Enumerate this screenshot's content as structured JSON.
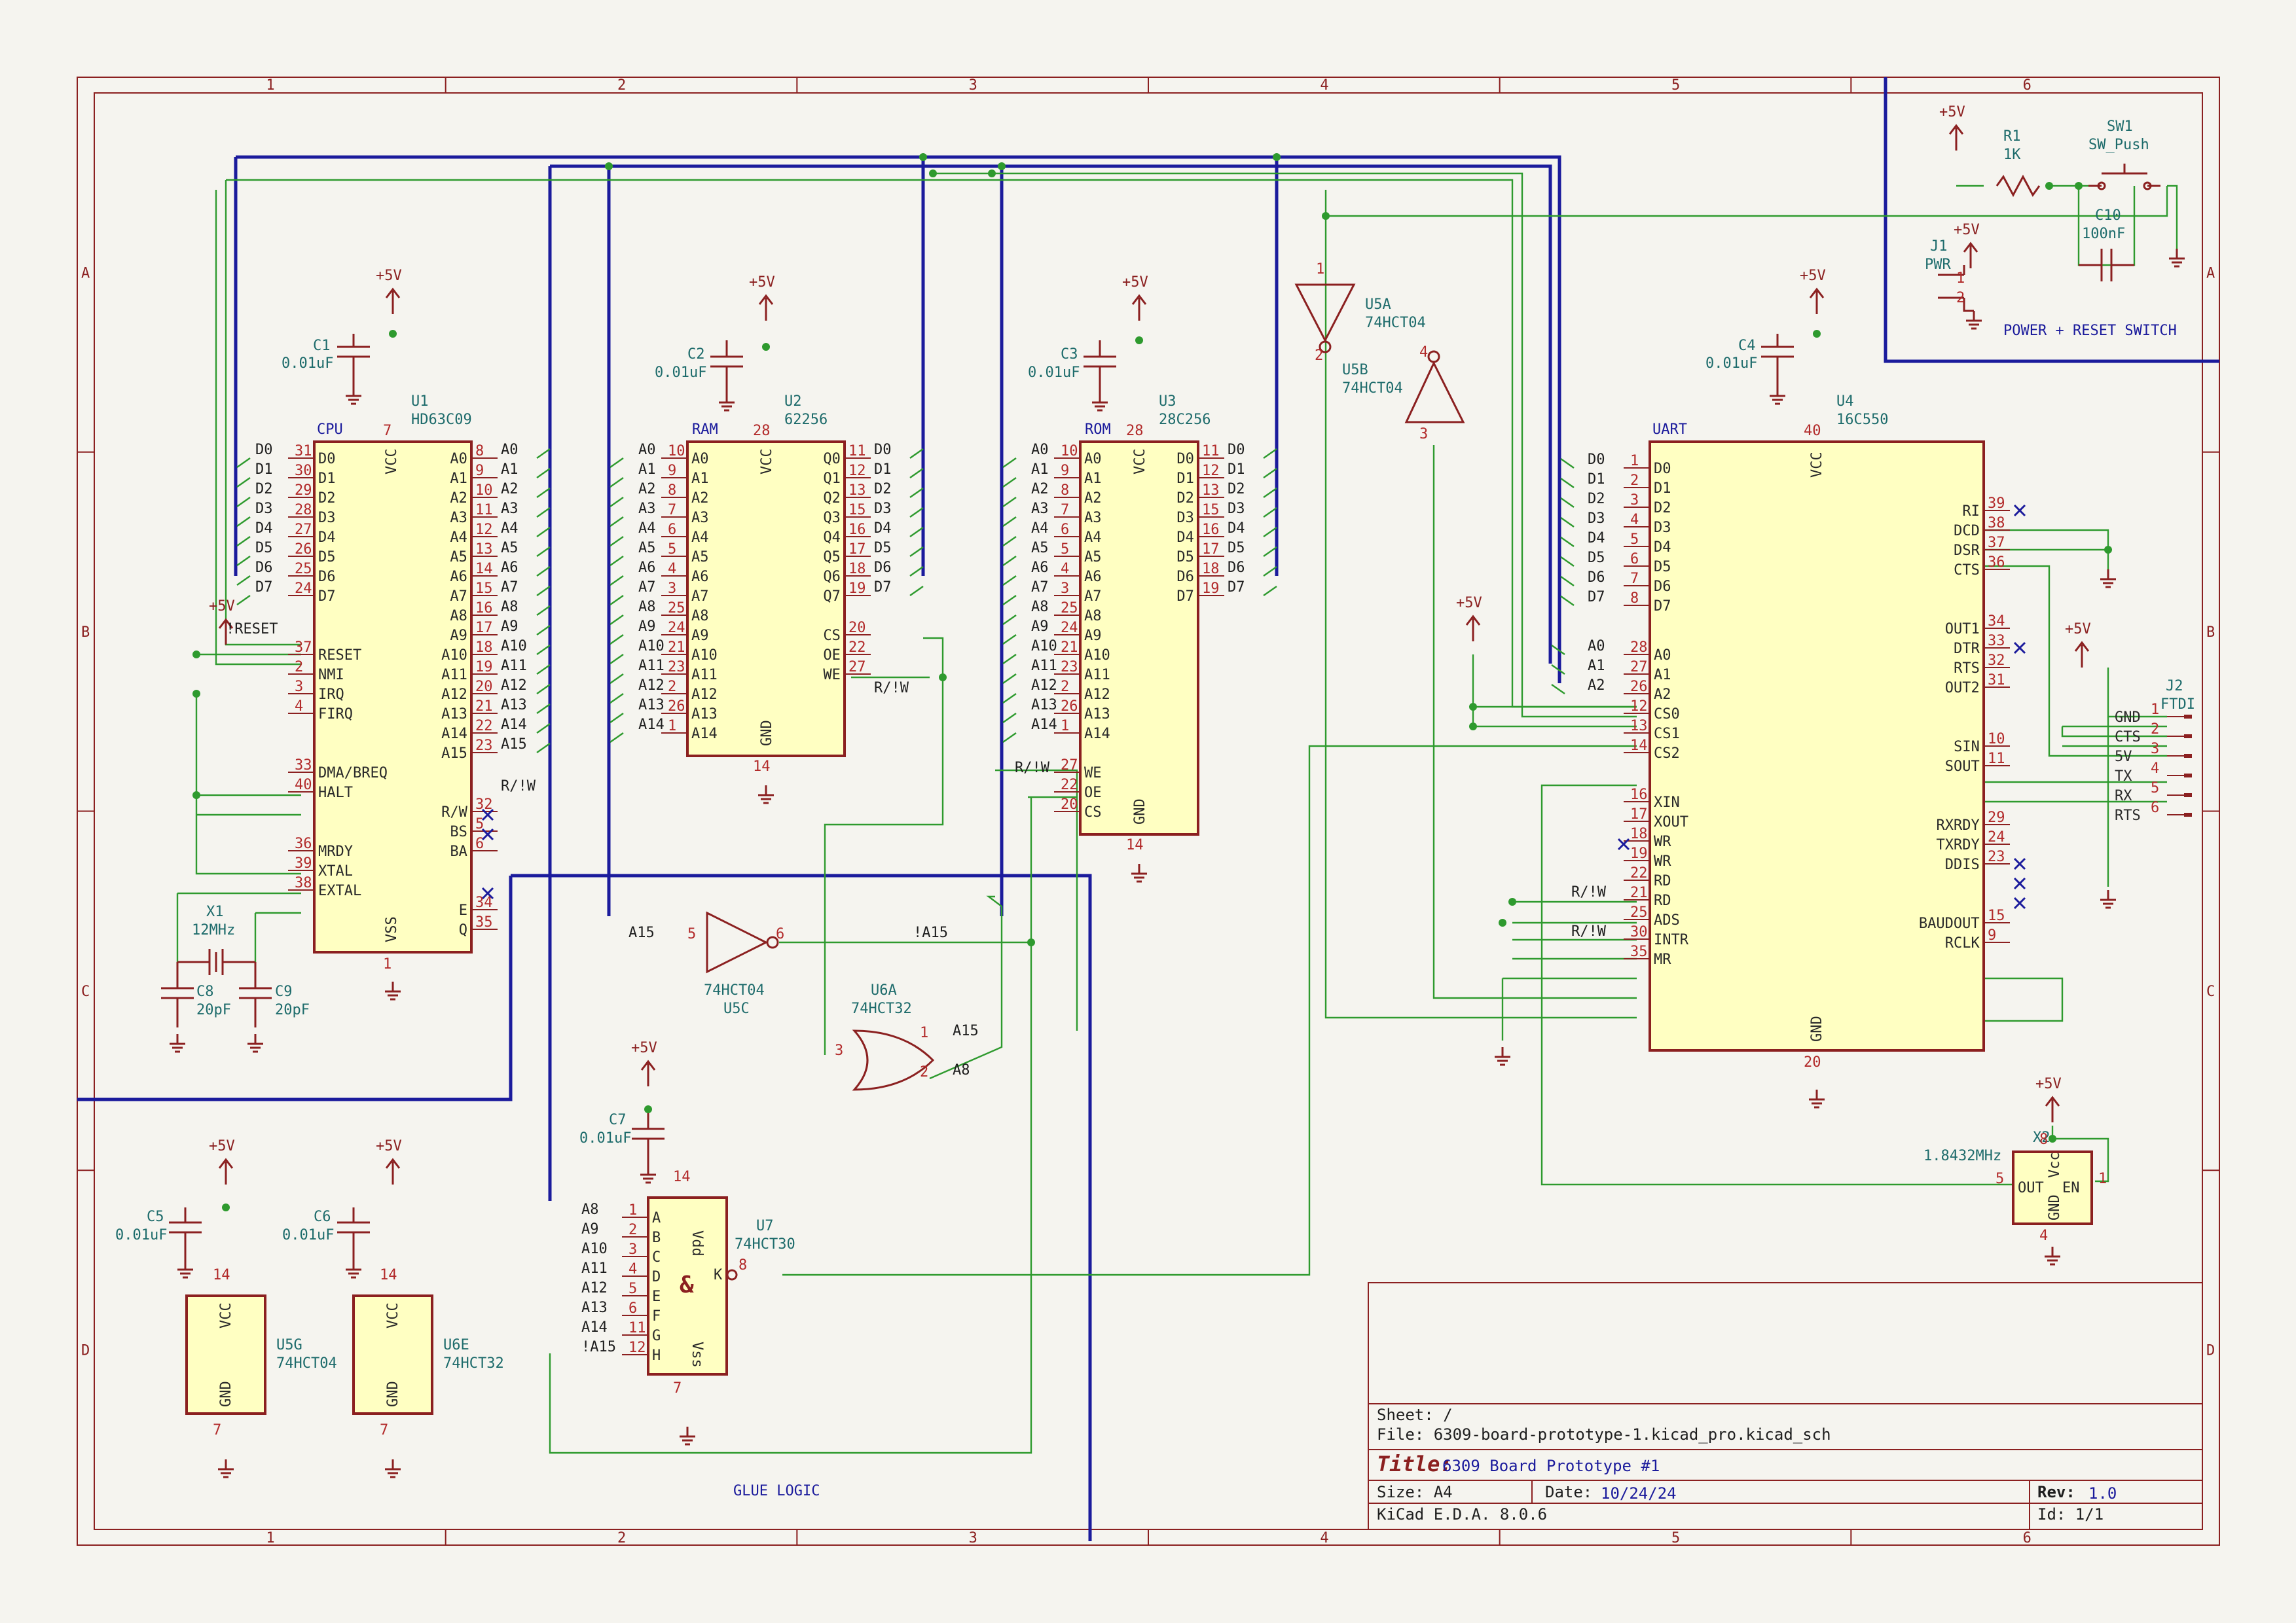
{
  "frame": {
    "columns": [
      "1",
      "2",
      "3",
      "4",
      "5",
      "6"
    ],
    "rows": [
      "A",
      "B",
      "C",
      "D"
    ]
  },
  "notes": {
    "glue_logic": "GLUE LOGIC",
    "power_reset": "POWER + RESET SWITCH"
  },
  "power": {
    "vcc": "+5V"
  },
  "components": {
    "u1": {
      "ref": "U1",
      "value": "HD63C09",
      "title": "CPU"
    },
    "u2": {
      "ref": "U2",
      "value": "62256",
      "title": "RAM"
    },
    "u3": {
      "ref": "U3",
      "value": "28C256",
      "title": "ROM"
    },
    "u4": {
      "ref": "U4",
      "value": "16C550",
      "title": "UART"
    },
    "u5a": {
      "ref": "U5A",
      "value": "74HCT04"
    },
    "u5b": {
      "ref": "U5B",
      "value": "74HCT04"
    },
    "u5c": {
      "ref": "U5C",
      "value": "74HCT04"
    },
    "u5g": {
      "ref": "U5G",
      "value": "74HCT04"
    },
    "u6a": {
      "ref": "U6A",
      "value": "74HCT32"
    },
    "u6e": {
      "ref": "U6E",
      "value": "74HCT32"
    },
    "u7": {
      "ref": "U7",
      "value": "74HCT30"
    },
    "c1": {
      "ref": "C1",
      "value": "0.01uF"
    },
    "c2": {
      "ref": "C2",
      "value": "0.01uF"
    },
    "c3": {
      "ref": "C3",
      "value": "0.01uF"
    },
    "c4": {
      "ref": "C4",
      "value": "0.01uF"
    },
    "c5": {
      "ref": "C5",
      "value": "0.01uF"
    },
    "c6": {
      "ref": "C6",
      "value": "0.01uF"
    },
    "c7": {
      "ref": "C7",
      "value": "0.01uF"
    },
    "c8": {
      "ref": "C8",
      "value": "20pF"
    },
    "c9": {
      "ref": "C9",
      "value": "20pF"
    },
    "c10": {
      "ref": "C10",
      "value": "100nF"
    },
    "r1": {
      "ref": "R1",
      "value": "1K"
    },
    "sw1": {
      "ref": "SW1",
      "value": "SW_Push"
    },
    "j1": {
      "ref": "J1",
      "value": "PWR"
    },
    "j2": {
      "ref": "J2",
      "value": "FTDI"
    },
    "x1": {
      "ref": "X1",
      "value": "12MHz"
    },
    "x2": {
      "ref": "X2",
      "value": "1.8432MHz"
    }
  },
  "u1_pins_left": [
    [
      "D0",
      "31"
    ],
    [
      "D1",
      "30"
    ],
    [
      "D2",
      "29"
    ],
    [
      "D3",
      "28"
    ],
    [
      "D4",
      "27"
    ],
    [
      "D5",
      "26"
    ],
    [
      "D6",
      "25"
    ],
    [
      "D7",
      "24"
    ],
    [
      "RESET",
      "37"
    ],
    [
      "NMI",
      "2"
    ],
    [
      "IRQ",
      "3"
    ],
    [
      "FIRQ",
      "4"
    ],
    [
      "DMA/BREQ",
      "33"
    ],
    [
      "HALT",
      "40"
    ],
    [
      "MRDY",
      "36"
    ],
    [
      "XTAL",
      "39"
    ],
    [
      "EXTAL",
      "38"
    ]
  ],
  "u1_pins_right": [
    [
      "A0",
      "8"
    ],
    [
      "A1",
      "9"
    ],
    [
      "A2",
      "10"
    ],
    [
      "A3",
      "11"
    ],
    [
      "A4",
      "12"
    ],
    [
      "A5",
      "13"
    ],
    [
      "A6",
      "14"
    ],
    [
      "A7",
      "15"
    ],
    [
      "A8",
      "16"
    ],
    [
      "A9",
      "17"
    ],
    [
      "A10",
      "18"
    ],
    [
      "A11",
      "19"
    ],
    [
      "A12",
      "20"
    ],
    [
      "A13",
      "21"
    ],
    [
      "A14",
      "22"
    ],
    [
      "A15",
      "23"
    ],
    [
      "R/W",
      "32"
    ],
    [
      "BS",
      "5"
    ],
    [
      "BA",
      "6"
    ],
    [
      "E",
      "34"
    ],
    [
      "Q",
      "35"
    ]
  ],
  "u1_power": {
    "vcc": "VCC",
    "vcc_pin": "7",
    "vss": "VSS",
    "vss_pin": "1"
  },
  "u2_pins_left": [
    [
      "A0",
      "10"
    ],
    [
      "A1",
      "9"
    ],
    [
      "A2",
      "8"
    ],
    [
      "A3",
      "7"
    ],
    [
      "A4",
      "6"
    ],
    [
      "A5",
      "5"
    ],
    [
      "A6",
      "4"
    ],
    [
      "A7",
      "3"
    ],
    [
      "A8",
      "25"
    ],
    [
      "A9",
      "24"
    ],
    [
      "A10",
      "21"
    ],
    [
      "A11",
      "23"
    ],
    [
      "A12",
      "2"
    ],
    [
      "A13",
      "26"
    ],
    [
      "A14",
      "1"
    ]
  ],
  "u2_pins_right": [
    [
      "Q0",
      "11"
    ],
    [
      "Q1",
      "12"
    ],
    [
      "Q2",
      "13"
    ],
    [
      "Q3",
      "15"
    ],
    [
      "Q4",
      "16"
    ],
    [
      "Q5",
      "17"
    ],
    [
      "Q6",
      "18"
    ],
    [
      "Q7",
      "19"
    ],
    [
      "CS",
      "20"
    ],
    [
      "OE",
      "22"
    ],
    [
      "WE",
      "27"
    ]
  ],
  "u2_power": {
    "vcc": "VCC",
    "vcc_pin": "28",
    "gnd": "GND",
    "gnd_pin": "14"
  },
  "u3_pins_left": [
    [
      "A0",
      "10"
    ],
    [
      "A1",
      "9"
    ],
    [
      "A2",
      "8"
    ],
    [
      "A3",
      "7"
    ],
    [
      "A4",
      "6"
    ],
    [
      "A5",
      "5"
    ],
    [
      "A6",
      "4"
    ],
    [
      "A7",
      "3"
    ],
    [
      "A8",
      "25"
    ],
    [
      "A9",
      "24"
    ],
    [
      "A10",
      "21"
    ],
    [
      "A11",
      "23"
    ],
    [
      "A12",
      "2"
    ],
    [
      "A13",
      "26"
    ],
    [
      "A14",
      "1"
    ],
    [
      "WE",
      "27"
    ],
    [
      "OE",
      "22"
    ],
    [
      "CS",
      "20"
    ]
  ],
  "u3_pins_right": [
    [
      "D0",
      "11"
    ],
    [
      "D1",
      "12"
    ],
    [
      "D2",
      "13"
    ],
    [
      "D3",
      "15"
    ],
    [
      "D4",
      "16"
    ],
    [
      "D5",
      "17"
    ],
    [
      "D6",
      "18"
    ],
    [
      "D7",
      "19"
    ]
  ],
  "u3_power": {
    "vcc": "VCC",
    "vcc_pin": "28",
    "gnd": "GND",
    "gnd_pin": "14"
  },
  "u4_pins_left": [
    [
      "D0",
      "1"
    ],
    [
      "D1",
      "2"
    ],
    [
      "D2",
      "3"
    ],
    [
      "D3",
      "4"
    ],
    [
      "D4",
      "5"
    ],
    [
      "D5",
      "6"
    ],
    [
      "D6",
      "7"
    ],
    [
      "D7",
      "8"
    ],
    [
      "A0",
      "28"
    ],
    [
      "A1",
      "27"
    ],
    [
      "A2",
      "26"
    ],
    [
      "CS0",
      "12"
    ],
    [
      "CS1",
      "13"
    ],
    [
      "CS2",
      "14"
    ],
    [
      "XIN",
      "16"
    ],
    [
      "XOUT",
      "17"
    ],
    [
      "WR",
      "18"
    ],
    [
      "WR",
      "19"
    ],
    [
      "RD",
      "22"
    ],
    [
      "RD",
      "21"
    ],
    [
      "ADS",
      "25"
    ],
    [
      "INTR",
      "30"
    ],
    [
      "MR",
      "35"
    ]
  ],
  "u4_pins_right": [
    [
      "RI",
      "39"
    ],
    [
      "DCD",
      "38"
    ],
    [
      "DSR",
      "37"
    ],
    [
      "CTS",
      "36"
    ],
    [
      "OUT1",
      "34"
    ],
    [
      "DTR",
      "33"
    ],
    [
      "RTS",
      "32"
    ],
    [
      "OUT2",
      "31"
    ],
    [
      "SIN",
      "10"
    ],
    [
      "SOUT",
      "11"
    ],
    [
      "RXRDY",
      "29"
    ],
    [
      "TXRDY",
      "24"
    ],
    [
      "DDIS",
      "23"
    ],
    [
      "BAUDOUT",
      "15"
    ],
    [
      "RCLK",
      "9"
    ]
  ],
  "u4_power": {
    "vcc": "VCC",
    "vcc_pin": "40",
    "gnd": "GND",
    "gnd_pin": "20"
  },
  "u7_pins": [
    [
      "A",
      "1"
    ],
    [
      "B",
      "2"
    ],
    [
      "C",
      "3"
    ],
    [
      "D",
      "4"
    ],
    [
      "E",
      "5"
    ],
    [
      "F",
      "6"
    ],
    [
      "G",
      "11"
    ],
    [
      "H",
      "12"
    ]
  ],
  "u7_inputs": [
    "A8",
    "A9",
    "A10",
    "A11",
    "A12",
    "A13",
    "A14",
    "!A15"
  ],
  "u7_power": {
    "vdd": "Vdd",
    "vdd_pin": "14",
    "vss": "Vss",
    "vss_pin": "7",
    "out": "K",
    "out_pin": "8",
    "sym": "&"
  },
  "j2_pins": [
    [
      "GND",
      "1"
    ],
    [
      "CTS",
      "2"
    ],
    [
      "5V",
      "3"
    ],
    [
      "TX",
      "4"
    ],
    [
      "RX",
      "5"
    ],
    [
      "RTS",
      "6"
    ]
  ],
  "x2_pins": {
    "vcc": "Vcc",
    "gnd": "GND",
    "out": "OUT",
    "en": "EN",
    "p_vcc": "8",
    "p_gnd": "4",
    "p_out": "5",
    "p_en": "1"
  },
  "net_labels": {
    "reset": "!RESET",
    "rw": "R/!W",
    "a15": "A15",
    "na15": "!A15",
    "a8": "A8",
    "rw_u4a": "R/!W",
    "rw_u4b": "R/!W"
  },
  "pin_numbers": {
    "u5a_in": "1",
    "u5a_out": "2",
    "u5b_in": "4",
    "u5b_out": "3",
    "u5c_in": "5",
    "u5c_out": "6",
    "u6a_in1": "1",
    "u6a_in2": "2",
    "u6a_out": "3",
    "unit_vcc": "14",
    "unit_gnd": "7",
    "j1_1": "1",
    "j1_2": "2"
  },
  "unit_labels": {
    "vcc": "VCC",
    "gnd": "GND"
  },
  "title_block": {
    "sheet_label": "Sheet: /",
    "file_label": "File: 6309-board-prototype-1.kicad_pro.kicad_sch",
    "title_label": "Title:",
    "title": "6309 Board Prototype #1",
    "size_label": "Size: A4",
    "date_label": "Date:",
    "date": "10/24/24",
    "rev_label": "Rev:",
    "rev": "1.0",
    "tool": "KiCad E.D.A. 8.0.6",
    "id": "Id: 1/1"
  }
}
